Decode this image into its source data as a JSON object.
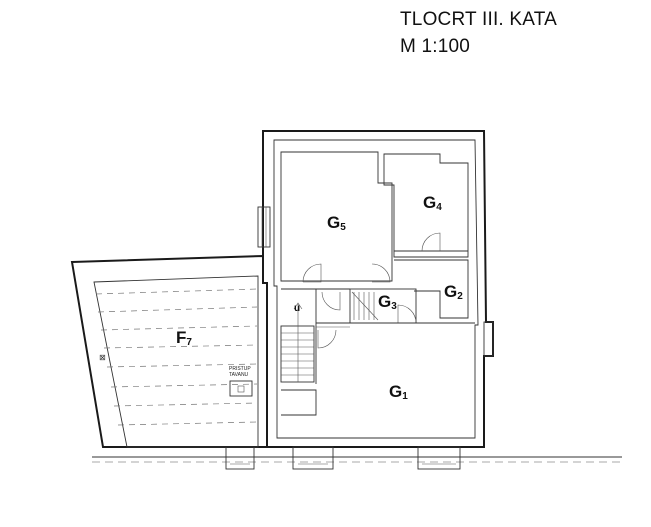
{
  "header": {
    "title": "TLOCRT III. KATA",
    "scale": "M 1:100"
  },
  "rooms": [
    {
      "id": "G5",
      "letter": "G",
      "sub": "5"
    },
    {
      "id": "G4",
      "letter": "G",
      "sub": "4"
    },
    {
      "id": "G3",
      "letter": "G",
      "sub": "3"
    },
    {
      "id": "G2",
      "letter": "G",
      "sub": "2"
    },
    {
      "id": "G1",
      "letter": "G",
      "sub": "1"
    },
    {
      "id": "F7",
      "letter": "F",
      "sub": "7"
    }
  ],
  "labels": {
    "stair_marker": "u",
    "attic_access_line1": "PRISTUP",
    "attic_access_line2": "TAVANU",
    "wall_symbol": "⊠"
  }
}
